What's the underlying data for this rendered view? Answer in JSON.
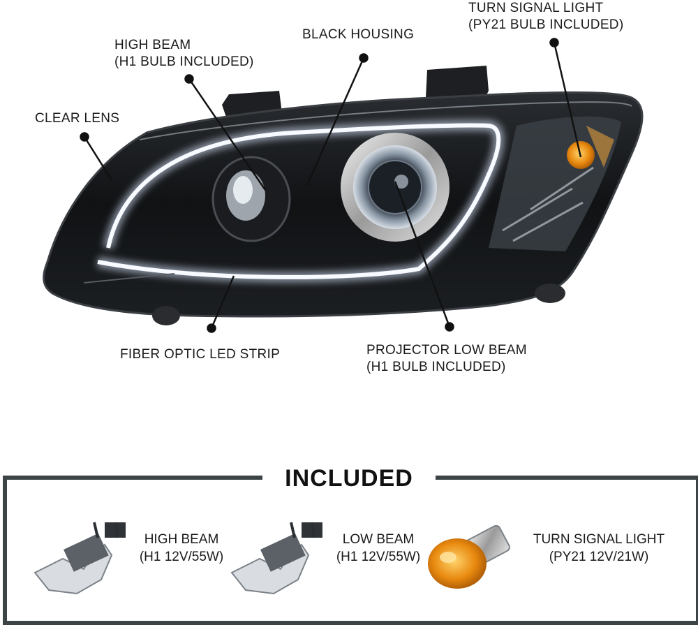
{
  "callouts": {
    "high_beam": {
      "line1": "HIGH BEAM",
      "line2": "(H1 BULB INCLUDED)"
    },
    "black_housing": {
      "line1": "BLACK HOUSING"
    },
    "turn_signal": {
      "line1": "TURN SIGNAL LIGHT",
      "line2": "(PY21 BULB INCLUDED)"
    },
    "clear_lens": {
      "line1": "CLEAR LENS"
    },
    "fiber_optic": {
      "line1": "FIBER OPTIC LED STRIP"
    },
    "projector_low_beam": {
      "line1": "PROJECTOR LOW BEAM",
      "line2": "(H1 BULB INCLUDED)"
    }
  },
  "included": {
    "title": "INCLUDED",
    "items": [
      {
        "line1": "HIGH BEAM",
        "line2": "(H1 12V/55W)"
      },
      {
        "line1": "LOW BEAM",
        "line2": "(H1 12V/55W)"
      },
      {
        "line1": "TURN SIGNAL LIGHT",
        "line2": "(PY21 12V/21W)"
      }
    ]
  },
  "colors": {
    "housing": "#141619",
    "led_strip": "#f4f8ff",
    "amber": "#e8890f",
    "frame": "#3c4446"
  },
  "icons": [
    "headlight-assembly-illustration",
    "h1-bulb-icon",
    "py21-bulb-icon"
  ]
}
